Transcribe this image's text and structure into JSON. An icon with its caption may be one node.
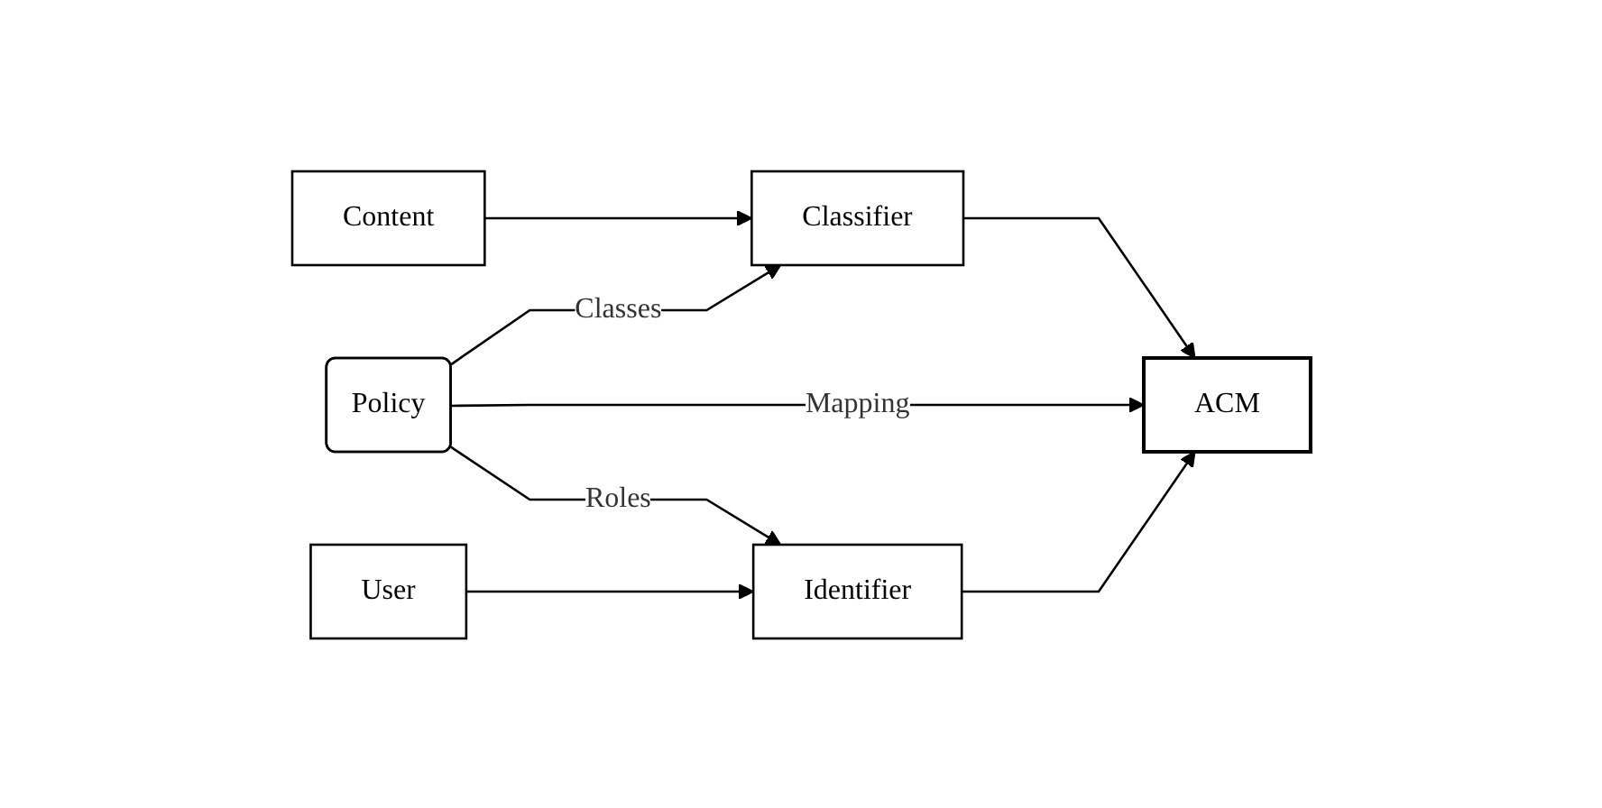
{
  "diagram": {
    "nodes": [
      {
        "text": [
          "Content"
        ]
      },
      {
        "text": [
          "Policy"
        ]
      },
      {
        "text": [
          "Classifier"
        ]
      },
      {
        "text": [
          "User"
        ]
      },
      {
        "text": [
          "Identifier"
        ]
      },
      {
        "text": [
          "ACM"
        ]
      }
    ],
    "edges": [
      {
        "from": 0,
        "to": 2,
        "arrow": "to"
      },
      {
        "from": 1,
        "to": 2,
        "label": "Classes",
        "arrow": "to"
      },
      {
        "from": 1,
        "to": 5,
        "label": "Mapping",
        "arrow": "to"
      },
      {
        "from": 2,
        "to": 5,
        "arrow": "to"
      },
      {
        "from": 1,
        "to": 4,
        "label": "Roles",
        "arrow": "to"
      },
      {
        "from": 3,
        "to": 4,
        "arrow": "to"
      },
      {
        "from": 4,
        "to": 5,
        "arrow": "to"
      }
    ]
  }
}
